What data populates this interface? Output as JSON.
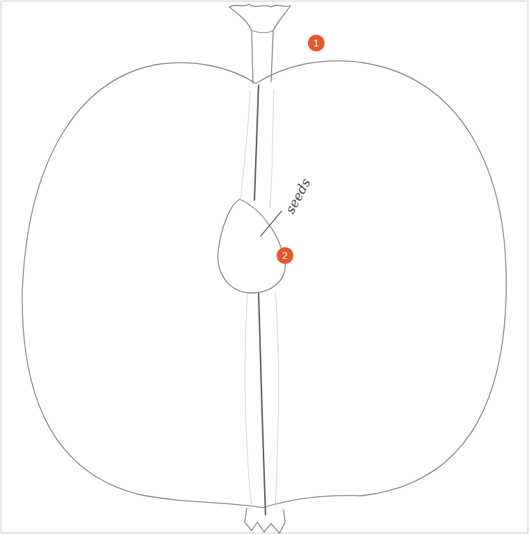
{
  "diagram": {
    "labels": [
      "1",
      "2",
      "seeds"
    ]
  }
}
